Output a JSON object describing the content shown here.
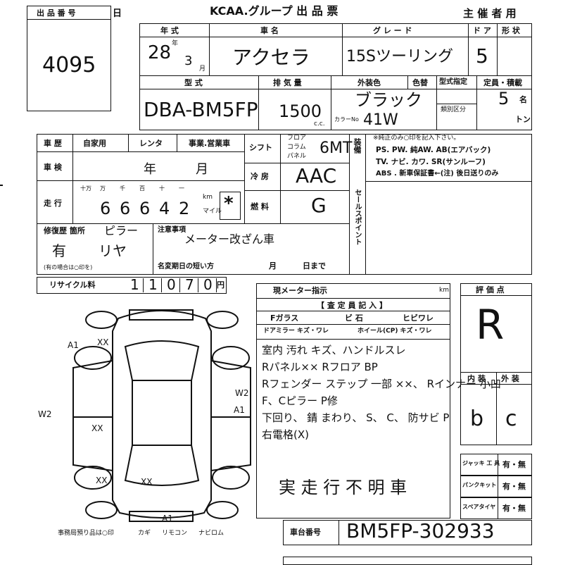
{
  "lot": {
    "label": "出 品 番 号",
    "suffix": "日",
    "value": "4095"
  },
  "header": {
    "title": "KCAA.グループ 出 品 票",
    "organizer": "主 催 者 用"
  },
  "top": {
    "year_label": "年 式",
    "year": "28",
    "year_unit": "年",
    "month": "3",
    "month_unit": "月",
    "car_label": "車 名",
    "car": "アクセラ",
    "grade_label": "グ レ ー ド",
    "grade": "15Sツーリング",
    "doors_label": "ド ア",
    "doors": "5",
    "body_label": "形 状",
    "model_label": "型 式",
    "model": "DBA-BM5FP",
    "disp_label": "排 気 量",
    "disp": "1500",
    "disp_unit": "c.c.",
    "color_label": "外装色",
    "color": "ブラック",
    "color_no_label": "カラーNo",
    "color_no": "41W",
    "trim_label": "色替",
    "type_label": "型式指定",
    "class_label": "類別区分",
    "cap_label": "定員・積載",
    "cap": "5",
    "cap_unit": "名",
    "ton_unit": "トン"
  },
  "history": {
    "label": "車 歴",
    "private": "自家用",
    "rental": "レンタ",
    "business": "事業.営業車",
    "inspect_label": "車 検",
    "inspect_year": "年",
    "inspect_month": "月",
    "mileage_label": "走 行",
    "units": [
      "十万",
      "万",
      "千",
      "百",
      "十",
      "一"
    ],
    "digits": [
      "6",
      "6",
      "6",
      "4",
      "2"
    ],
    "km": "km",
    "mile": "マイル",
    "mark": "*"
  },
  "shift": {
    "label": "シフト",
    "opts": [
      "フロア",
      "コラム",
      "パネル"
    ],
    "value": "6MT",
    "ac_label": "冷 房",
    "ac": "AAC",
    "fuel_label": "燃 料",
    "fuel": "G"
  },
  "equip": {
    "label": "装備",
    "note": "※純正のみ○印を記入下さい。",
    "line1": "PS. PW. 純AW. AB(エアバック)",
    "line2": "TV. ナビ. カワ. SR(サンルーフ)",
    "line3": "ABS . 新車保証書←(注) 後日送りのみ",
    "sales_label": "セールスポイント"
  },
  "repair": {
    "label": "修復歴 箇所",
    "value": "ピラー",
    "yes": "有",
    "place": "リヤ",
    "note": "(有の場合は○印を)",
    "caution_label": "注意事項",
    "caution": "メーター改ざん車",
    "short_label": "名変期日の短い方",
    "m": "月",
    "d": "日まで"
  },
  "recycle": {
    "label": "リサイクル料",
    "digits": [
      "1",
      "1",
      "0",
      "7",
      "0"
    ],
    "unit": "円"
  },
  "inspector": {
    "meter_label": "現メーター指示",
    "km": "km",
    "header": "【 査 定 員 記 入 】",
    "glass": "Fガラス",
    "chip": "ビ 石",
    "crack": "ヒビワレ",
    "mirror": "ドアミラー キズ・ワレ",
    "wheel": "ホイール(CP) キズ・ワレ",
    "lines": [
      "室内 汚れ キズ、ハンドルスレ",
      "Rパネル×× Rフロア BP",
      "Rフェンダー ステップ 一部 ××、 Rインナー 小凹",
      "F、Cピラー P修",
      "下回り、 錆 まわり、 S、 C、 防サビ P",
      "右電格(X)"
    ],
    "stamp": "実 走 行 不 明 車"
  },
  "score": {
    "label": "評 価 点",
    "value": "R",
    "int_label": "内 装",
    "ext_label": "外 装",
    "int": "b",
    "ext": "c"
  },
  "tools": [
    {
      "label": "ジャッキ 工 具",
      "val": "有・無"
    },
    {
      "label": "パンクキット",
      "val": "有・無"
    },
    {
      "label": "スペアタイヤ",
      "val": "有・無"
    }
  ],
  "chassis": {
    "label": "車台番号",
    "value": "BM5FP-302933"
  },
  "diagram": {
    "marks": [
      "A1",
      "XX",
      "W2",
      "A1",
      "W2",
      "XX",
      "XX",
      "XX",
      "A1"
    ]
  },
  "footer": {
    "note": "事務局預り品は○印",
    "keys": "カギ",
    "remote": "リモコン",
    "navi": "ナビロム"
  }
}
